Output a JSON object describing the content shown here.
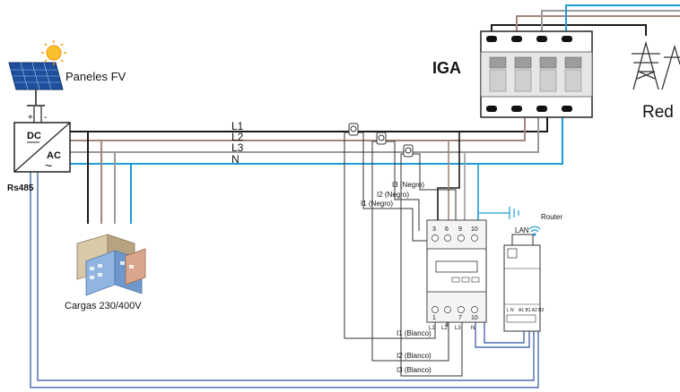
{
  "labels": {
    "pv": "Paneles FV",
    "iga": "IGA",
    "red": "Red",
    "rs485": "Rs485",
    "loads": "Cargas 230/400V",
    "router": "Router",
    "lan": "LAN",
    "inverter_dc": "DC",
    "inverter_ac": "AC",
    "inverter_tilde": "~",
    "plus": "+",
    "minus": "-"
  },
  "lines": {
    "l1": "L1",
    "l2": "L2",
    "l3": "L3",
    "n": "N"
  },
  "ct_labels": {
    "i1_negro": "I1 (Negro)",
    "i2_negro": "I2 (Negro)",
    "i3_negro": "I3 (Negro)",
    "i1_blanco": "I1 (Blanco)",
    "i2_blanco": "I2 (Blanco)",
    "i3_blanco": "I3 (Blanco)"
  },
  "meter": {
    "top_terminals": [
      "3",
      "6",
      "9",
      "10"
    ],
    "bottom_terminals": [
      "1",
      "4",
      "7",
      "10"
    ],
    "bottom_phase_labels": [
      "L1",
      "L2",
      "L3",
      "N"
    ]
  },
  "gateway": {
    "terminal_labels": [
      "L N",
      "A1 B1 A2 B2"
    ]
  },
  "colors": {
    "l1": "#1a1a1a",
    "l2": "#a5857a",
    "l3": "#9a9a9a",
    "n": "#1e9ad6",
    "rs485": "#2d4fa2",
    "ct": "#555555"
  }
}
